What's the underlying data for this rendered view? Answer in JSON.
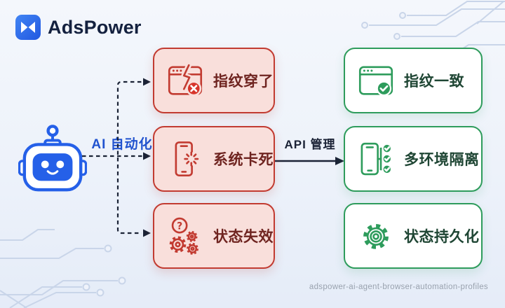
{
  "brand": {
    "name": "AdsPower",
    "logo_icon": "adspower-x-icon"
  },
  "colors": {
    "bg-top": "#F4F7FC",
    "bg-bottom": "#E5ECF8",
    "brand-blue": "#2563EB",
    "logo-text": "#14213F",
    "robot-blue": "#2560E8",
    "ai-label": "#2153CF",
    "arrow": "#1B2336",
    "red-border": "#C23B31",
    "red-fill": "#F9DFDB",
    "red-text": "#6F2420",
    "red-icon": "#C23B31",
    "red-badge": "#D7342A",
    "green-border": "#2E9C5C",
    "green-fill": "#FFFFFF",
    "green-text": "#1F4634",
    "green-icon": "#2E9C5C",
    "green-badge": "#2E9C5C",
    "circuit": "#C9D5E9",
    "circuit-node": "#EFF3FB",
    "caption": "#99A2AE"
  },
  "flow": {
    "source": {
      "label": "AI 自动化",
      "icon": "robot-icon"
    },
    "bridge": {
      "label": "API 管理"
    },
    "problems": [
      {
        "label": "指纹穿了",
        "icon": "broken-browser-error-icon"
      },
      {
        "label": "系统卡死",
        "icon": "crashed-phone-icon"
      },
      {
        "label": "状态失效",
        "icon": "gears-question-icon"
      }
    ],
    "solutions": [
      {
        "label": "指纹一致",
        "icon": "browser-check-icon"
      },
      {
        "label": "多环境隔离",
        "icon": "phone-multi-check-icon"
      },
      {
        "label": "状态持久化",
        "icon": "gear-icon"
      }
    ]
  },
  "caption": "adspower-ai-agent-browser-automation-profiles"
}
